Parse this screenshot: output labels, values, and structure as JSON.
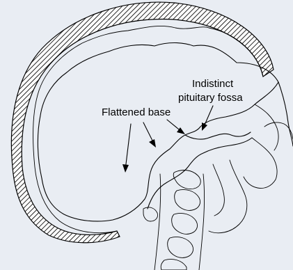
{
  "labels": {
    "pituitary_line1": "Indistinct",
    "pituitary_line2": "pituitary fossa",
    "flattened_base": "Flattened base"
  },
  "colors": {
    "background": "#e9edf3",
    "ink": "#000000",
    "hatch_fill": "#ffffff"
  }
}
